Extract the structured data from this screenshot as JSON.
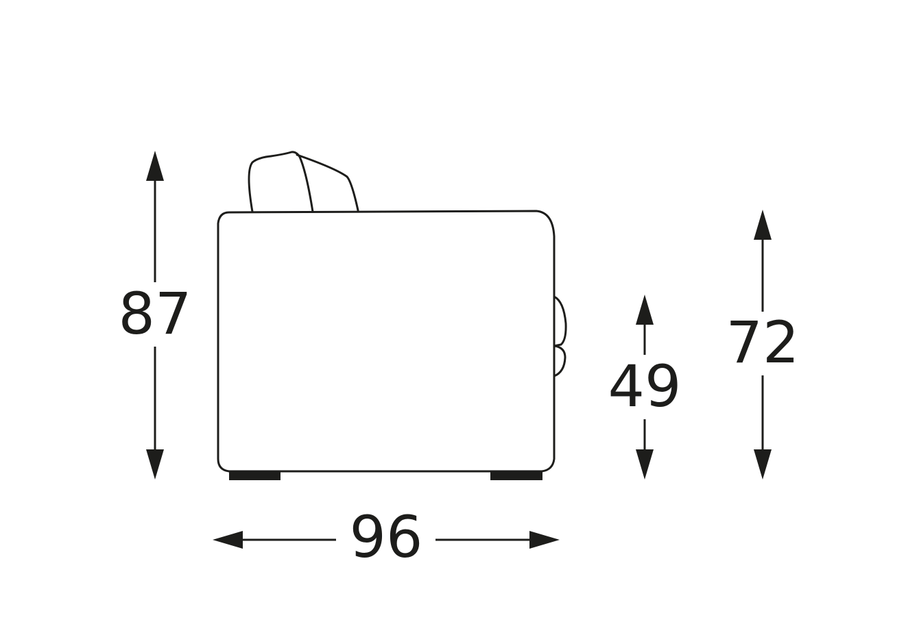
{
  "dimensions": {
    "overall_height": "87",
    "seat_height": "49",
    "arm_height": "72",
    "depth": "96"
  },
  "colors": {
    "line": "#1d1d1b",
    "background": "#ffffff"
  }
}
